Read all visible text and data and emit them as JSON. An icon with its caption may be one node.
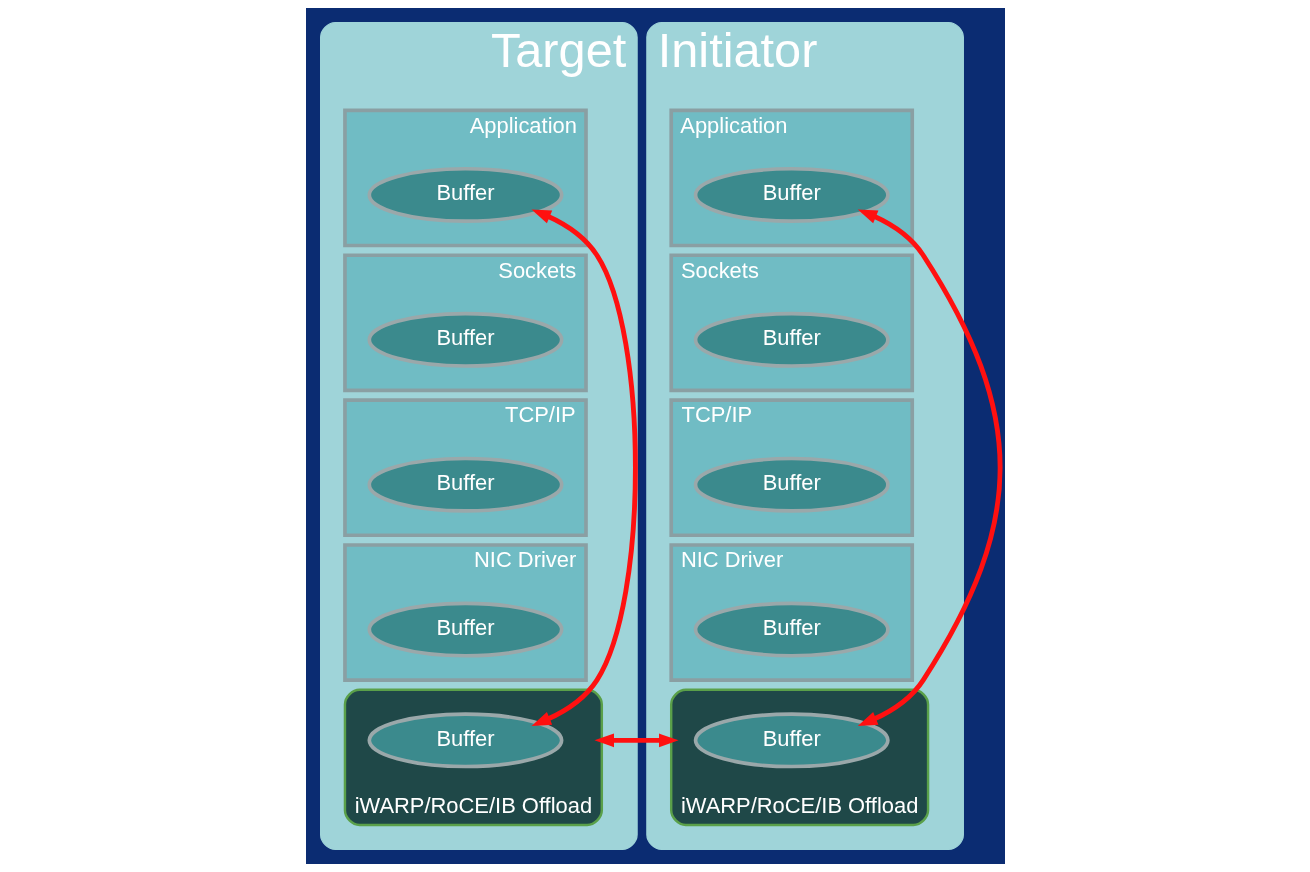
{
  "diagram": {
    "nodes": [
      {
        "text": [
          "Target"
        ]
      },
      {
        "text": [
          "Application"
        ],
        "in": 0
      },
      {
        "text": [
          "Buffer"
        ],
        "in": 1
      },
      {
        "text": [
          "Sockets"
        ],
        "in": 0
      },
      {
        "text": [
          "Buffer"
        ],
        "in": 3
      },
      {
        "text": [
          "TCP/IP"
        ],
        "in": 0
      },
      {
        "text": [
          "Buffer"
        ],
        "in": 5
      },
      {
        "text": [
          "NIC Driver"
        ],
        "in": 0
      },
      {
        "text": [
          "Buffer"
        ],
        "in": 7
      },
      {
        "text": [
          "iWARP/RoCE/IB Offload"
        ],
        "in": 0
      },
      {
        "text": [
          "Buffer"
        ],
        "in": 9
      },
      {
        "text": [
          "Initiator"
        ]
      },
      {
        "text": [
          "Application"
        ],
        "in": 11
      },
      {
        "text": [
          "Buffer"
        ],
        "in": 12
      },
      {
        "text": [
          "Sockets"
        ],
        "in": 11
      },
      {
        "text": [
          "Buffer"
        ],
        "in": 14
      },
      {
        "text": [
          "TCP/IP"
        ],
        "in": 11
      },
      {
        "text": [
          "Buffer"
        ],
        "in": 16
      },
      {
        "text": [
          "NIC Driver"
        ],
        "in": 11
      },
      {
        "text": [
          "Buffer"
        ],
        "in": 18
      },
      {
        "text": [
          "iWARP/RoCE/IB Offload"
        ],
        "in": 11
      },
      {
        "text": [
          "Buffer"
        ],
        "in": 20
      }
    ],
    "edges": [
      {
        "from": 2,
        "to": 10,
        "arrow": "both"
      },
      {
        "from": 13,
        "to": 21,
        "arrow": "both"
      },
      {
        "from": 9,
        "to": 20,
        "arrow": "both"
      }
    ]
  }
}
